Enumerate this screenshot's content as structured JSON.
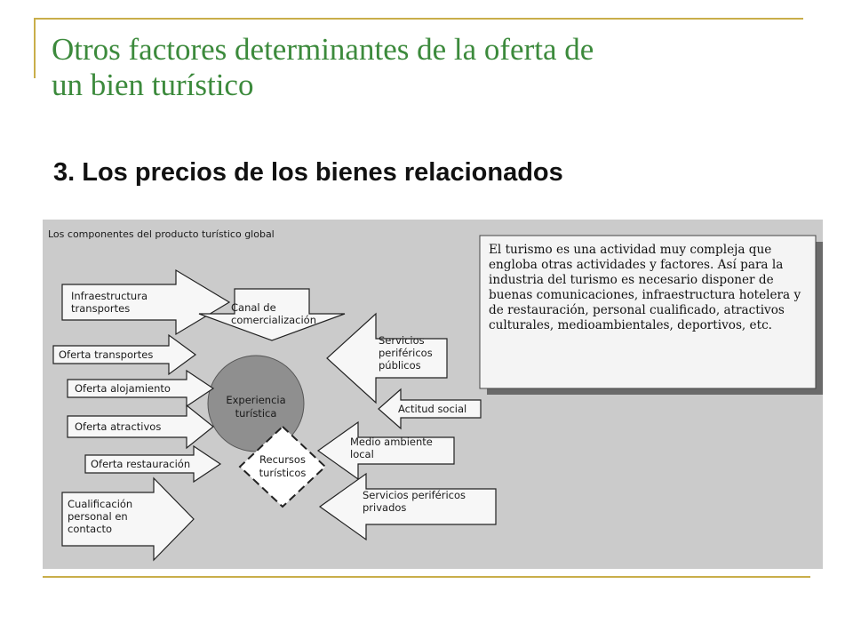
{
  "slide": {
    "title_line1": "Otros factores determinantes de la oferta de",
    "title_line2": "un bien turístico",
    "subtitle": "3. Los precios de los bienes relacionados"
  },
  "figure": {
    "caption": "Los componentes del producto turístico global",
    "center": {
      "circle_line1": "Experiencia",
      "circle_line2": "turística",
      "diamond_line1": "Recursos",
      "diamond_line2": "turísticos"
    },
    "left_arrows": [
      {
        "lines": [
          "Infraestructura",
          "transportes"
        ]
      },
      {
        "lines": [
          "Oferta transportes"
        ]
      },
      {
        "lines": [
          "Oferta alojamiento"
        ]
      },
      {
        "lines": [
          "Oferta atractivos"
        ]
      },
      {
        "lines": [
          "Oferta restauración"
        ]
      },
      {
        "lines": [
          "Cualificación",
          "personal en",
          "contacto"
        ]
      }
    ],
    "top_arrow": {
      "lines": [
        "Canal de",
        "comercialización"
      ]
    },
    "right_arrows": [
      {
        "lines": [
          "Servicios",
          "periféricos",
          "públicos"
        ]
      },
      {
        "lines": [
          "Actitud social"
        ]
      },
      {
        "lines": [
          "Medio ambiente",
          "local"
        ]
      },
      {
        "lines": [
          "Servicios periféricos",
          "privados"
        ]
      }
    ],
    "note": "El turismo es una actividad muy compleja que engloba otras actividades y factores. Así para la industria del turismo es necesario disponer de buenas comunicaciones, infraestructura hotelera y de restauración, personal cualificado, atractivos culturales, medioambientales, deportivos, etc."
  },
  "colors": {
    "title": "#3c8a3c",
    "rules": "#c9ae4a",
    "figure_bg": "#cbcbcb",
    "circle_fill": "#8f8f8f"
  }
}
